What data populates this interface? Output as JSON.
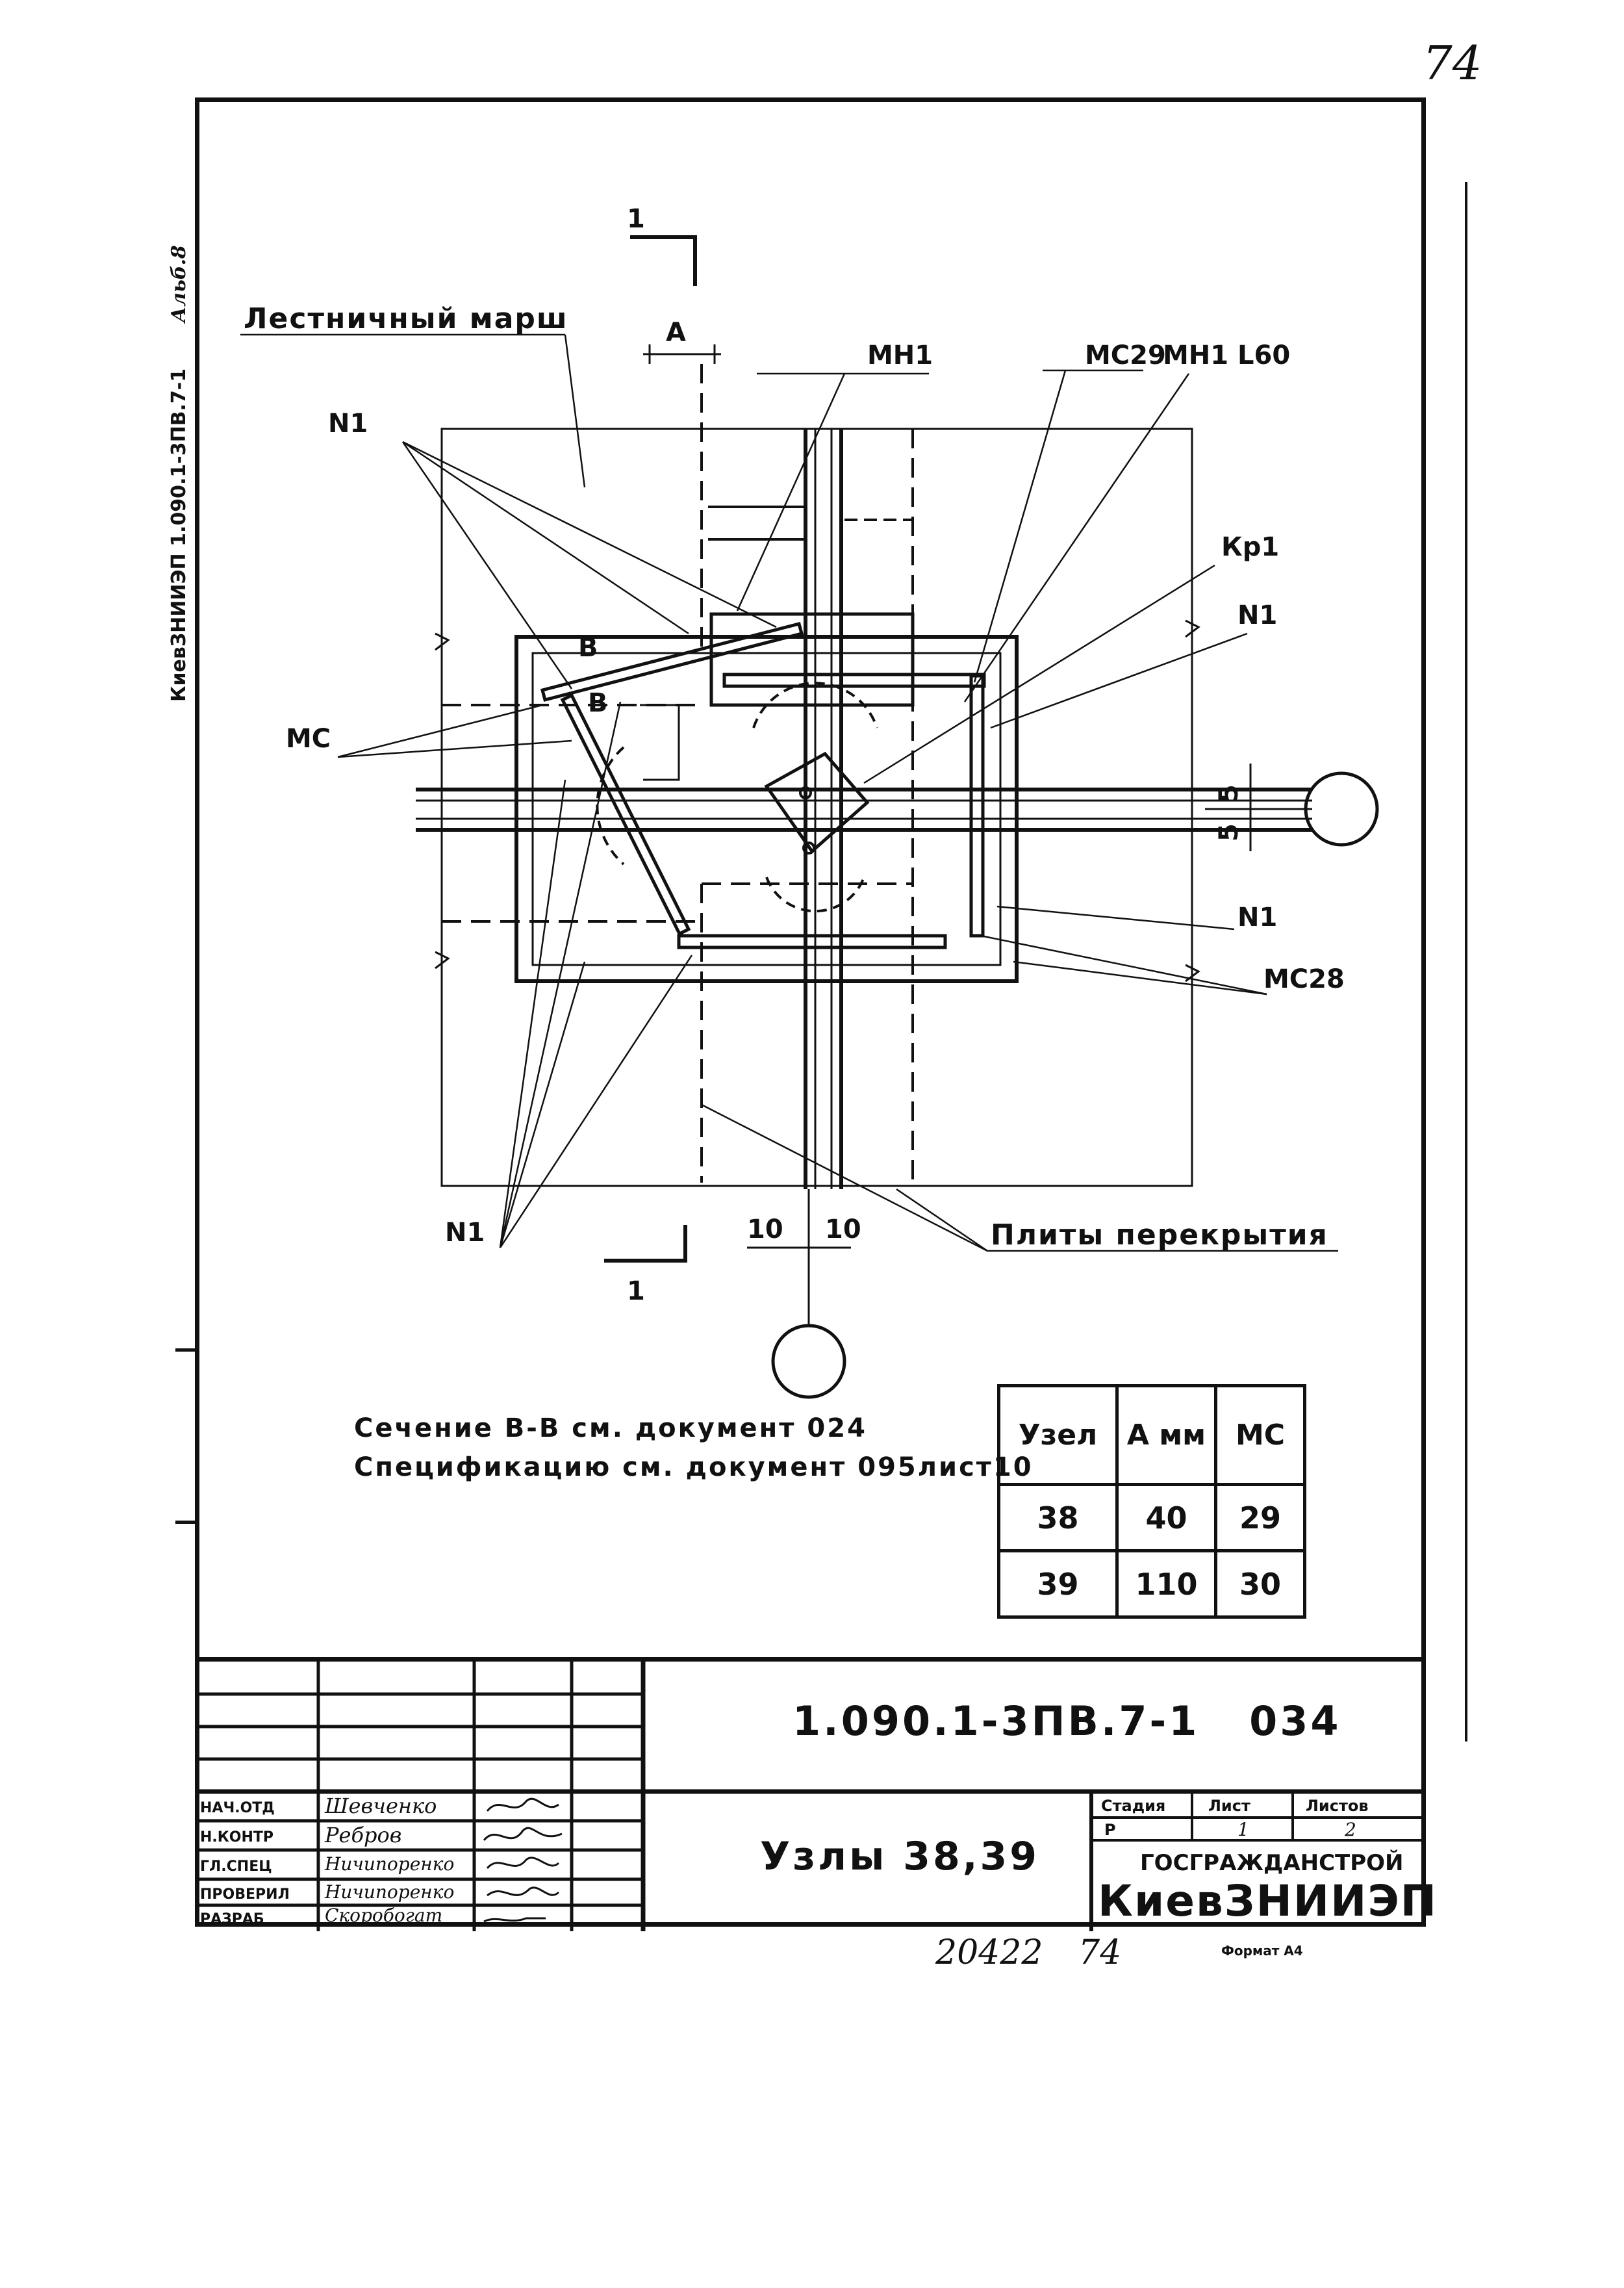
{
  "page": {
    "page_number": "74",
    "side_stamp": "КиевЗНИИЭП  1.090.1-3ПВ.7-1",
    "side_stamp_extra": "Альб.8"
  },
  "drawing": {
    "labels": {
      "stair_flight": "Лестничный марш",
      "a_dim": "A",
      "mn1": "МН1",
      "mc29_top": "МС29",
      "mn1_60": "МН1  L60",
      "kr1": "Кр1",
      "n1_top_left": "N1",
      "n1_right_top": "N1",
      "n1_right_bottom": "N1",
      "n1_bottom_left": "N1",
      "mc_left": "МС",
      "mc28": "МС28",
      "section_b1": "В",
      "section_b2": "В",
      "dim_5a": "5",
      "dim_5b": "5",
      "section_1_top": "1",
      "section_1_bottom": "1",
      "dim_10_left": "10",
      "dim_10_right": "10",
      "floor_slabs": "Плиты перекрытия"
    }
  },
  "notes": {
    "line1": "Сечение В-В см. документ 024",
    "line2": "Спецификацию см. документ 095лист10"
  },
  "node_table": {
    "headers": [
      "Узел",
      "А мм",
      "МС"
    ],
    "rows": [
      [
        "38",
        "40",
        "29"
      ],
      [
        "39",
        "110",
        "30"
      ]
    ]
  },
  "title_block": {
    "doc_code": "1.090.1-3ПВ.7-1   034",
    "title": "Узлы 38,39",
    "stage_header": "Стадия",
    "sheet_header": "Лист",
    "sheets_header": "Листов",
    "stage": "Р",
    "sheet": "1",
    "sheets": "2",
    "org_top": "ГОСГРАЖДАНСТРОЙ",
    "org_main": "КиевЗНИИЭП",
    "signers": [
      {
        "role": "НАЧ.ОТД",
        "name": "Шевченко"
      },
      {
        "role": "Н.КОНТР",
        "name": "Ребров"
      },
      {
        "role": "ГЛ.СПЕЦ",
        "name": "Ничипоренко"
      },
      {
        "role": "ПРОВЕРИЛ",
        "name": "Ничипоренко"
      },
      {
        "role": "РАЗРАБ",
        "name": "Скоробогат"
      }
    ]
  },
  "footer": {
    "inv_number": "20422",
    "sheet_ref": "74",
    "format": "Формат А4"
  }
}
